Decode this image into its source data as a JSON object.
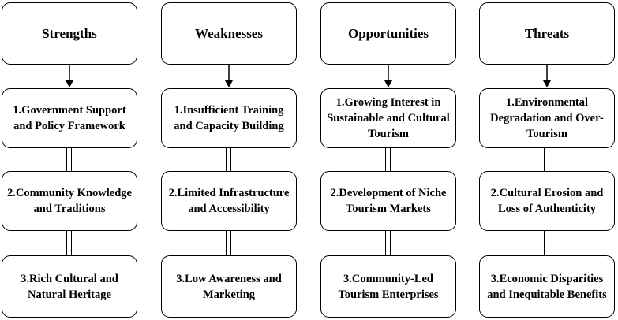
{
  "columns": [
    {
      "title": "Strengths",
      "items": [
        "1.Government Support and Policy Framework",
        "2.Community Knowledge and Traditions",
        "3.Rich Cultural and Natural Heritage"
      ]
    },
    {
      "title": "Weaknesses",
      "items": [
        "1.Insufficient Training and Capacity Building",
        "2.Limited Infrastructure and Accessibility",
        "3.Low Awareness and Marketing"
      ]
    },
    {
      "title": "Opportunities",
      "items": [
        "1.Growing Interest in Sustainable and Cultural Tourism",
        "2.Development of Niche Tourism Markets",
        "3.Community-Led Tourism Enterprises"
      ]
    },
    {
      "title": "Threats",
      "items": [
        "1.Environmental Degradation and Over-Tourism",
        "2.Cultural Erosion and Loss of Authenticity",
        "3.Economic Disparities and Inequitable Benefits"
      ]
    }
  ]
}
